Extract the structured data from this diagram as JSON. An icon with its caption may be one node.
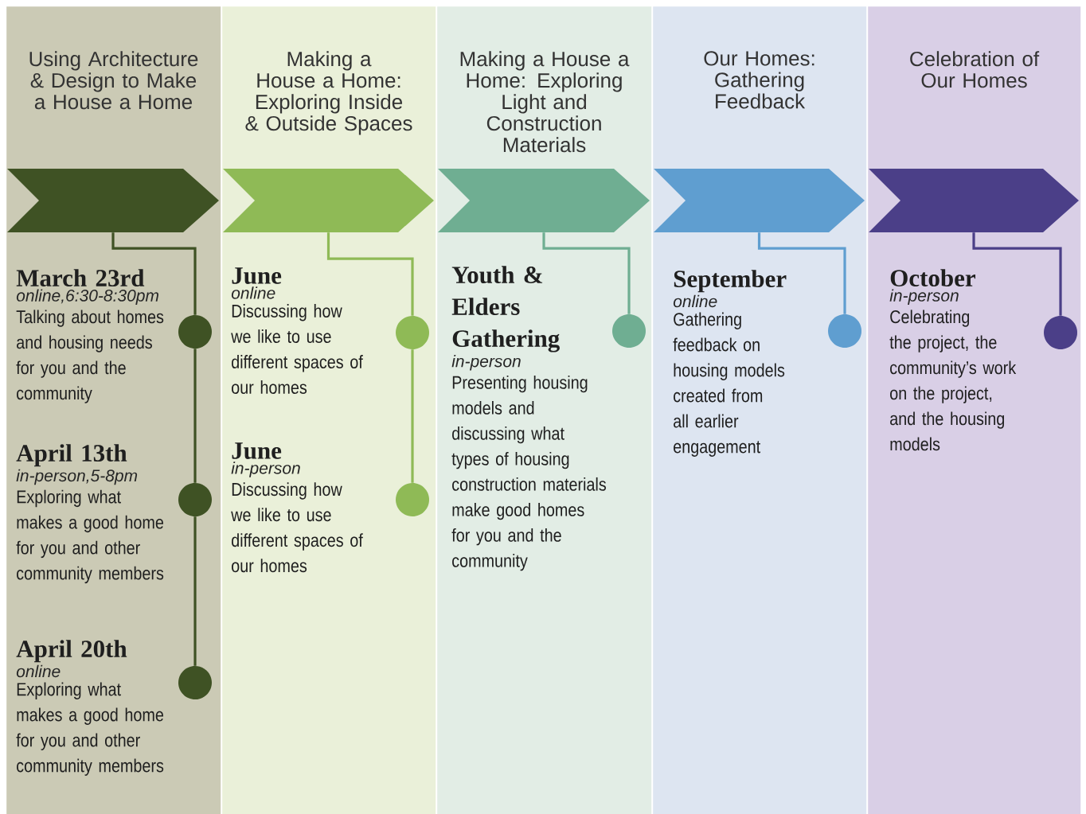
{
  "diagram": {
    "nodes": [
      {
        "text": [
          "Using Architecture & Design to Make a House a Home",
          "March 23rd",
          "online,6:30-8:30pm",
          "Talking about homes and housing needs for you and the community",
          "April 13th",
          "in-person,5-8pm",
          "Exploring what makes a good home for you and other community members",
          "April 20th",
          "online",
          "Exploring what makes a good home for you and other community members"
        ]
      },
      {
        "text": [
          "Making a House a Home: Exploring Inside & Outside Spaces",
          "June",
          "online",
          "Discussing how we like to use different spaces of our homes",
          "June",
          "in-person",
          "Discussing how we like to use different spaces of our homes"
        ]
      },
      {
        "text": [
          "Making a House a Home: Exploring Light and Construction Materials",
          "Youth & Elders Gathering",
          "in-person",
          "Presenting housing models and discussing what types of housing construction materials make good homes for you and the community"
        ]
      },
      {
        "text": [
          "Our Homes: Gathering Feedback",
          "September",
          "online",
          "Gathering feedback on housing models created from all earlier engagement"
        ]
      },
      {
        "text": [
          "Celebration of Our Homes",
          "October",
          "in-person",
          "Celebrating the project, the community’s work on the project, and the housing models"
        ]
      },
      {
        "text": [],
        "shape": "chevron",
        "in": 0
      },
      {
        "text": [],
        "shape": "chevron",
        "in": 1
      },
      {
        "text": [],
        "shape": "chevron",
        "in": 2
      },
      {
        "text": [],
        "shape": "chevron",
        "in": 3
      },
      {
        "text": [],
        "shape": "chevron",
        "in": 4
      },
      {
        "text": [],
        "shape": "circle",
        "in": 0
      },
      {
        "text": [],
        "shape": "circle",
        "in": 0
      },
      {
        "text": [],
        "shape": "circle",
        "in": 0
      },
      {
        "text": [],
        "shape": "circle",
        "in": 1
      },
      {
        "text": [],
        "shape": "circle",
        "in": 1
      },
      {
        "text": [],
        "shape": "circle",
        "in": 2
      },
      {
        "text": [],
        "shape": "circle",
        "in": 3
      },
      {
        "text": [],
        "shape": "circle",
        "in": 4
      }
    ],
    "edges": [
      {
        "from": 5,
        "to": 10,
        "arrow": "none"
      },
      {
        "from": 10,
        "to": 11,
        "arrow": "none"
      },
      {
        "from": 11,
        "to": 12,
        "arrow": "none"
      },
      {
        "from": 6,
        "to": 13,
        "arrow": "none",
        "color": "#8fba56"
      },
      {
        "from": 13,
        "to": 14,
        "arrow": "none",
        "color": "#8fba56"
      },
      {
        "from": 7,
        "to": 15,
        "arrow": "none",
        "color": "#6fae92"
      },
      {
        "from": 8,
        "to": 16,
        "arrow": "none",
        "color": "#5f9ed0"
      },
      {
        "from": 9,
        "to": 17,
        "arrow": "none",
        "color": "#4b3f88"
      }
    ]
  }
}
